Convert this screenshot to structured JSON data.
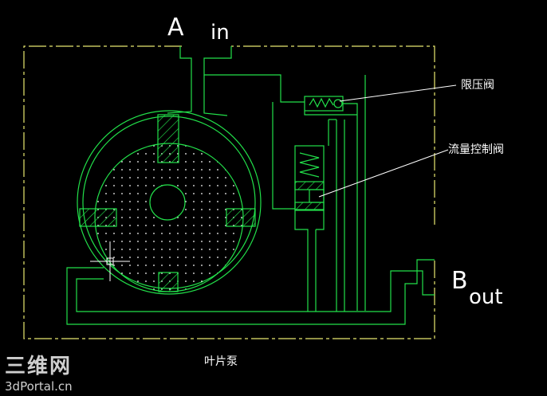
{
  "labels": {
    "port_a": "A",
    "port_a_sub": "in",
    "port_b": "B",
    "port_b_sub": "out",
    "relief_valve": "限压阀",
    "flow_valve": "流量控制阀",
    "pump": "叶片泵"
  },
  "watermark": {
    "logo_text": "三维网",
    "site": "3dPortal.cn"
  },
  "colors": {
    "background": "#000000",
    "line_green": "#22e04a",
    "frame_yellow": "#e8e870",
    "text_white": "#ffffff",
    "dot_white": "#ffffff"
  },
  "icons": [
    "crosshair-cursor-icon",
    "spring-icon",
    "check-ball-icon"
  ]
}
